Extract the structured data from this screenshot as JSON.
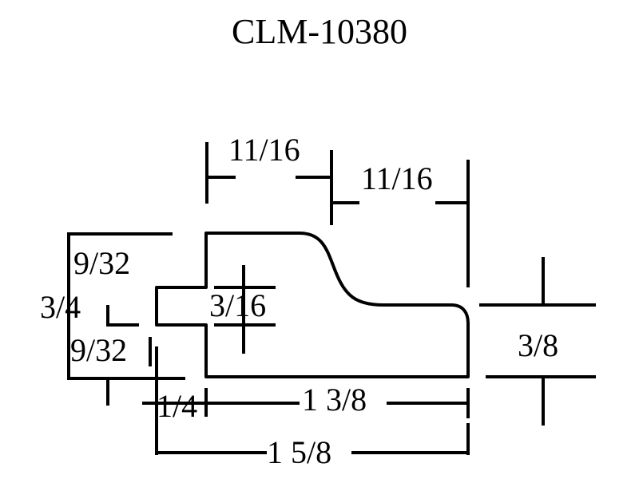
{
  "title": "CLM-10380",
  "dimensions": {
    "top_left_width": "11/16",
    "top_right_width": "11/16",
    "upper_lip": "9/32",
    "total_height_left": "3/4",
    "lower_lip": "9/32",
    "groove_depth": "3/16",
    "right_height": "3/8",
    "tongue_offset": "1/4",
    "body_width": "1 3/8",
    "overall_width": "1 5/8"
  },
  "colors": {
    "line": "#000000",
    "background": "#ffffff"
  }
}
